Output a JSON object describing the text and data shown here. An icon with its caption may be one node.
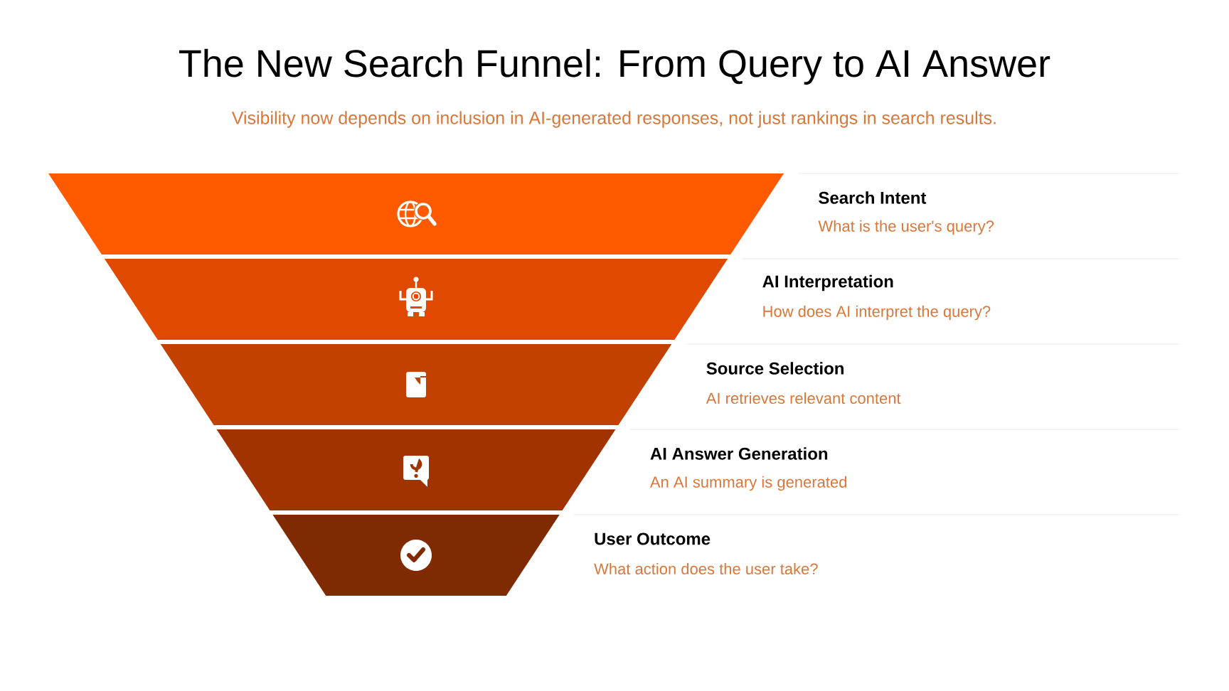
{
  "diagram": {
    "title": "The New Search Funnel: From Query to AI Answer",
    "caption": "Visibility now depends on inclusion in AI-generated responses, not just rankings in search results.",
    "nodes": [
      {
        "text": [],
        "shape": "trapezoid",
        "beside": [
          "Search Intent",
          "What is the user's query?"
        ]
      },
      {
        "text": [],
        "shape": "trapezoid",
        "beside": [
          "AI Interpretation",
          "How does AI interpret the query?"
        ]
      },
      {
        "text": [],
        "shape": "trapezoid",
        "beside": [
          "Source Selection",
          "AI retrieves relevant content"
        ]
      },
      {
        "text": [],
        "shape": "trapezoid",
        "beside": [
          "AI Answer Generation",
          "An AI summary is generated"
        ]
      },
      {
        "text": [],
        "shape": "trapezoid",
        "beside": [
          "User Outcome",
          "What action does the user take?"
        ]
      }
    ]
  }
}
